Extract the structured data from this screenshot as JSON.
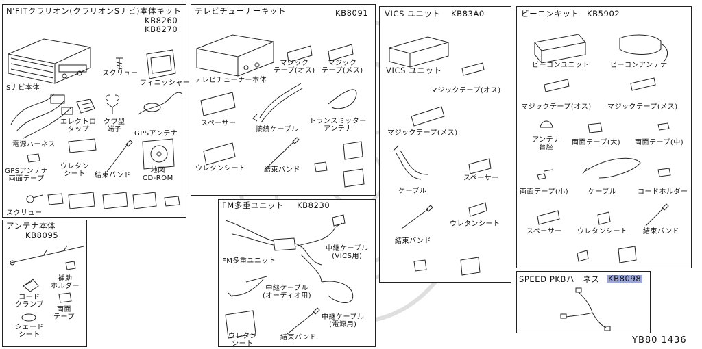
{
  "panels": {
    "nfit": {
      "title": "N'FITクラリオン(クラリオンSナビ)本体キット",
      "code1": "KB8260",
      "code2": "KB8270",
      "parts": {
        "snavi": "Sナビ本体",
        "screw_top": "スクリュー",
        "finisher": "フィニッシャー",
        "harness": "電源ハーネス",
        "electro_tap": "エレクトロ\nタップ",
        "kuwa_tanshi": "クワ型\n端子",
        "gps_antenna": "GPSアンテナ",
        "gps_tape": "GPSアンテナ\n両面テープ",
        "urethane": "ウレタン\nシート",
        "band": "結束バンド",
        "map": "地図\nCD-ROM",
        "screw_bottom": "スクリュー"
      }
    },
    "antenna": {
      "title": "アンテナ本体",
      "code": "KB8095",
      "parts": {
        "hojo": "補助\nホルダー",
        "cord_clamp": "コード\nクランプ",
        "ryomen": "両面\nテープ",
        "shade": "シェード\nシート"
      }
    },
    "tv": {
      "title": "テレビチューナーキット",
      "code": "KB8091",
      "parts": {
        "magic_osu": "マジック\nテープ(オス)",
        "magic_mesu": "マジック\nテープ(メス)",
        "body": "テレビチューナー本体",
        "spacer": "スペーサー",
        "cable": "接続ケーブル",
        "transmitter": "トランスミッター\nアンテナ",
        "urethane": "ウレタンシート",
        "band": "結束バンド"
      }
    },
    "fm": {
      "title": "FM多重ユニット",
      "code": "KB8230",
      "parts": {
        "unit": "FM多重ユニット",
        "vics_cable": "中継ケーブル\n(VICS用)",
        "audio_cable": "中継ケーブル\n(オーディオ用)",
        "power_cable": "中継ケーブル\n(電源用)",
        "urethane": "ウレタン\nシート",
        "band": "結束バンド"
      }
    },
    "vics": {
      "title": "VICS ユニット",
      "code": "KB83A0",
      "parts": {
        "unit": "VICS ユニット",
        "magic_osu": "マジックテープ(オス)",
        "magic_mesu": "マジックテープ(メス)",
        "cable": "ケーブル",
        "spacer": "スペーサー",
        "urethane": "ウレタンシート",
        "band": "結束バンド"
      }
    },
    "beacon": {
      "title": "ビーコンキット",
      "code": "KB5902",
      "parts": {
        "unit": "ビーコンユニット",
        "antenna": "ビーコンアンテナ",
        "magic_osu": "マジックテープ(オス)",
        "magic_mesu": "マジックテープ(メス)",
        "antenna_base": "アンテナ\n台座",
        "tape_large": "両面テープ(大)",
        "tape_medium": "両面テープ(中)",
        "tape_small": "両面テープ(小)",
        "cable": "ケーブル",
        "cord_holder": "コードホルダー",
        "spacer": "スペーサー",
        "urethane": "ウレタンシート",
        "band": "結束バンド"
      }
    },
    "speed": {
      "title": "SPEED PKBハーネス",
      "code": "KB8098"
    }
  },
  "footer": {
    "diagram_code": "YB80 1436"
  },
  "colors": {
    "line": "#222222",
    "highlight": "#9aa6dc",
    "background": "#ffffff"
  }
}
